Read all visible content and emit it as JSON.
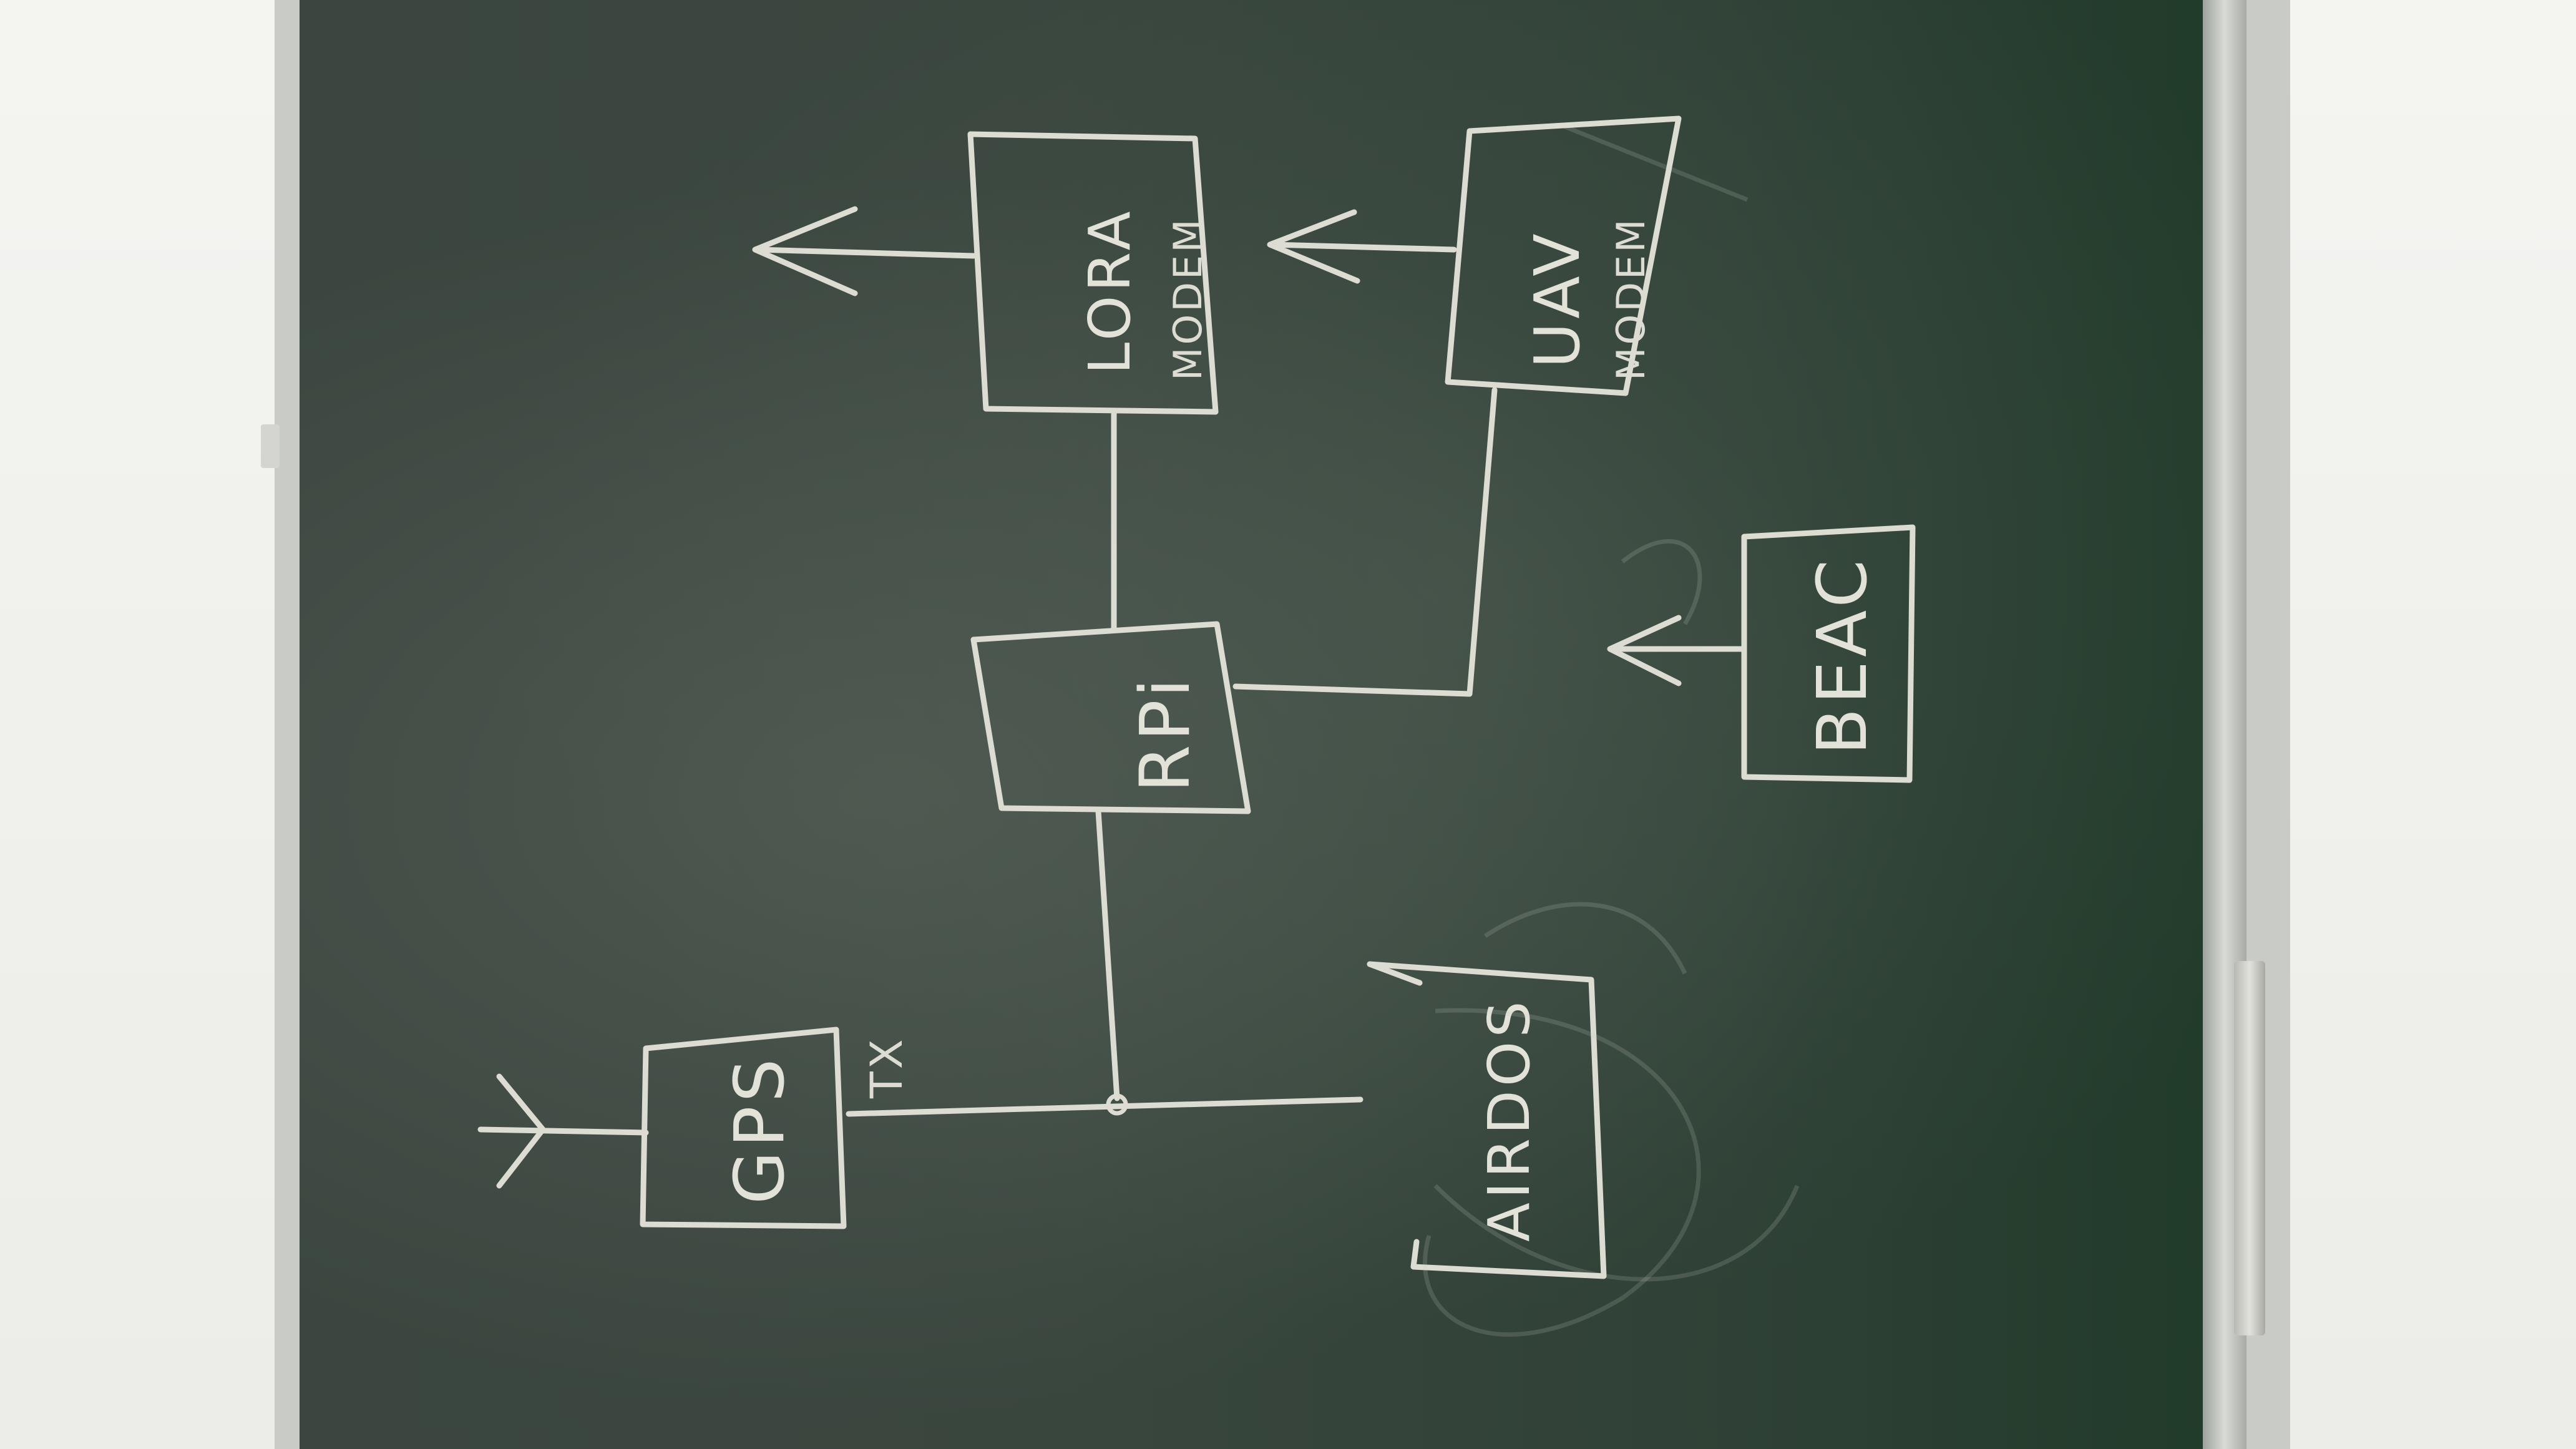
{
  "nodes": {
    "lora_modem": {
      "line1": "LORA",
      "line2": "MODEM"
    },
    "uav_modem": {
      "line1": "UAV",
      "line2": "MODEM"
    },
    "center": {
      "label": "RPi"
    },
    "beac": {
      "label": "BEAC"
    },
    "gps": {
      "label": "GPS"
    },
    "airdos": {
      "label": "AIRDOS"
    }
  },
  "edge_labels": {
    "gps_tx": "TX"
  },
  "colors": {
    "board": "#2f4136",
    "chalk": "#dcdcd2",
    "frame": "#c9cbc6"
  }
}
